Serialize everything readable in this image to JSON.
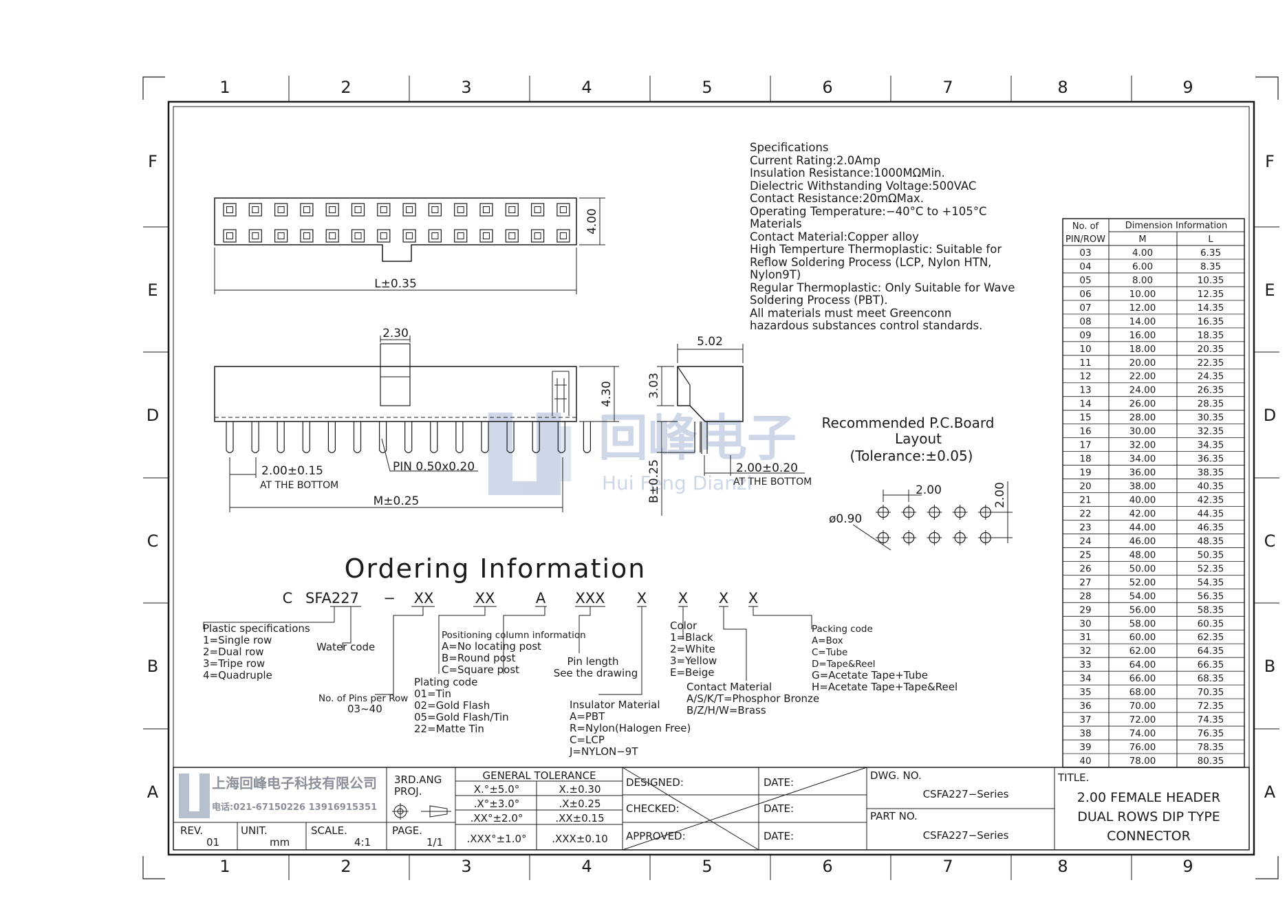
{
  "frame": {
    "columns": [
      "1",
      "2",
      "3",
      "4",
      "5",
      "6",
      "7",
      "8",
      "9"
    ],
    "rows": [
      "F",
      "E",
      "D",
      "C",
      "B",
      "A"
    ]
  },
  "watermark": {
    "cn": "回峰电子",
    "en": "Hui Feng Dianzi"
  },
  "dims": {
    "top_height": "4.00",
    "length": "L±0.35",
    "peg_width": "2.30",
    "body_height": "4.30",
    "pitch_bottom": "2.00±0.15",
    "pitch_bottom_note": "AT THE BOTTOM",
    "pin": "PIN 0.50x0.20",
    "m_length": "M±0.25",
    "side_width": "5.02",
    "side_height": "3.03",
    "side_pitch": "2.00±0.20",
    "side_pitch_note": "AT THE BOTTOM",
    "b_length": "B±0.25"
  },
  "specifications": {
    "lines": [
      "Specifications",
      "Current Rating:2.0Amp",
      "Insulation Resistance:1000MΩMin.",
      "Dielectric Withstanding Voltage:500VAC",
      "Contact Resistance:20mΩMax.",
      "Operating Temperature:−40°C to +105°C",
      "Materials",
      "Contact Material:Copper alloy",
      "High Temperture Thermoplastic: Suitable for",
      "Reflow Soldering Process (LCP, Nylon HTN,",
      "Nylon9T)",
      "Regular Thermoplastic: Only Suitable for Wave",
      "Soldering Process (PBT).",
      "All materials must meet Greenconn",
      "hazardous substances control standards."
    ]
  },
  "pcb": {
    "title": [
      "Recommended P.C.Board",
      "Layout",
      "(Tolerance:±0.05)"
    ],
    "pitch_x": "2.00",
    "pitch_y": "2.00",
    "hole": "ø0.90"
  },
  "dimension_table": {
    "header_pins": [
      "No. of",
      "PIN/ROW"
    ],
    "header_info": "Dimension Information",
    "col_m": "M",
    "col_l": "L",
    "rows": [
      [
        "03",
        "4.00",
        "6.35"
      ],
      [
        "04",
        "6.00",
        "8.35"
      ],
      [
        "05",
        "8.00",
        "10.35"
      ],
      [
        "06",
        "10.00",
        "12.35"
      ],
      [
        "07",
        "12.00",
        "14.35"
      ],
      [
        "08",
        "14.00",
        "16.35"
      ],
      [
        "09",
        "16.00",
        "18.35"
      ],
      [
        "10",
        "18.00",
        "20.35"
      ],
      [
        "11",
        "20.00",
        "22.35"
      ],
      [
        "12",
        "22.00",
        "24.35"
      ],
      [
        "13",
        "24.00",
        "26.35"
      ],
      [
        "14",
        "26.00",
        "28.35"
      ],
      [
        "15",
        "28.00",
        "30.35"
      ],
      [
        "16",
        "30.00",
        "32.35"
      ],
      [
        "17",
        "32.00",
        "34.35"
      ],
      [
        "18",
        "34.00",
        "36.35"
      ],
      [
        "19",
        "36.00",
        "38.35"
      ],
      [
        "20",
        "38.00",
        "40.35"
      ],
      [
        "21",
        "40.00",
        "42.35"
      ],
      [
        "22",
        "42.00",
        "44.35"
      ],
      [
        "23",
        "44.00",
        "46.35"
      ],
      [
        "24",
        "46.00",
        "48.35"
      ],
      [
        "25",
        "48.00",
        "50.35"
      ],
      [
        "26",
        "50.00",
        "52.35"
      ],
      [
        "27",
        "52.00",
        "54.35"
      ],
      [
        "28",
        "54.00",
        "56.35"
      ],
      [
        "29",
        "56.00",
        "58.35"
      ],
      [
        "30",
        "58.00",
        "60.35"
      ],
      [
        "31",
        "60.00",
        "62.35"
      ],
      [
        "32",
        "62.00",
        "64.35"
      ],
      [
        "33",
        "64.00",
        "66.35"
      ],
      [
        "34",
        "66.00",
        "68.35"
      ],
      [
        "35",
        "68.00",
        "70.35"
      ],
      [
        "36",
        "70.00",
        "72.35"
      ],
      [
        "37",
        "72.00",
        "74.35"
      ],
      [
        "38",
        "74.00",
        "76.35"
      ],
      [
        "39",
        "76.00",
        "78.35"
      ],
      [
        "40",
        "78.00",
        "80.35"
      ]
    ]
  },
  "ordering": {
    "title": "Ordering Information",
    "code": [
      "C",
      "SFA227",
      "−",
      "XX",
      "XX",
      "A",
      "XXX",
      "X",
      "X",
      "X",
      "X"
    ],
    "plastic": [
      "Plastic specifications",
      "1=Single row",
      "2=Dual row",
      "3=Tripe row",
      "4=Quadruple"
    ],
    "water": "Water code",
    "pins": [
      "No. of Pins per Row",
      "03~40"
    ],
    "plating": [
      "Plating code",
      "01=Tin",
      "02=Gold Flash",
      "05=Gold Flash/Tin",
      "22=Matte Tin"
    ],
    "positioning": [
      "Positioning column information",
      "A=No locating post",
      "B=Round post",
      "C=Square post"
    ],
    "pin_length": [
      "Pin length",
      "See the drawing"
    ],
    "insulator": [
      "Insulator Material",
      "A=PBT",
      "R=Nylon(Halogen Free)",
      "C=LCP",
      "J=NYLON−9T"
    ],
    "color": [
      "Color",
      "1=Black",
      "2=White",
      "3=Yellow",
      "E=Beige"
    ],
    "contact": [
      "Contact Material",
      "A/S/K/T=Phosphor Bronze",
      "B/Z/H/W=Brass"
    ],
    "packing": [
      "Packing code",
      "A=Box",
      "C=Tube",
      "D=Tape&Reel",
      "G=Acetate Tape+Tube",
      "H=Acetate Tape+Tape&Reel"
    ]
  },
  "title_block": {
    "company_cn": "上海回峰电子科技有限公司",
    "company_tel": "电话:021-67150226 13916915351",
    "projection": [
      "3RD.ANG",
      "PROJ."
    ],
    "tolerance_title": "GENERAL TOLERANCE",
    "tolerances": [
      [
        "X.°±5.0°",
        "X.±0.30"
      ],
      [
        ".X°±3.0°",
        ".X±0.25"
      ],
      [
        ".XX°±2.0°",
        ".XX±0.15"
      ],
      [
        ".XXX°±1.0°",
        ".XXX±0.10"
      ]
    ],
    "designed": "DESIGNED:",
    "checked": "CHECKED:",
    "approved": "APPROVED:",
    "date": "DATE:",
    "dwg_label": "DWG. NO.",
    "dwg_no": "CSFA227−Series",
    "part_label": "PART NO.",
    "part_no": "CSFA227−Series",
    "title_label": "TITLE.",
    "title_lines": [
      "2.00 FEMALE HEADER",
      "DUAL ROWS DIP TYPE",
      "CONNECTOR"
    ],
    "rev_label": "REV.",
    "rev": "01",
    "unit_label": "UNIT.",
    "unit": "mm",
    "scale_label": "SCALE.",
    "scale": "4:1",
    "page_label": "PAGE.",
    "page": "1/1"
  }
}
